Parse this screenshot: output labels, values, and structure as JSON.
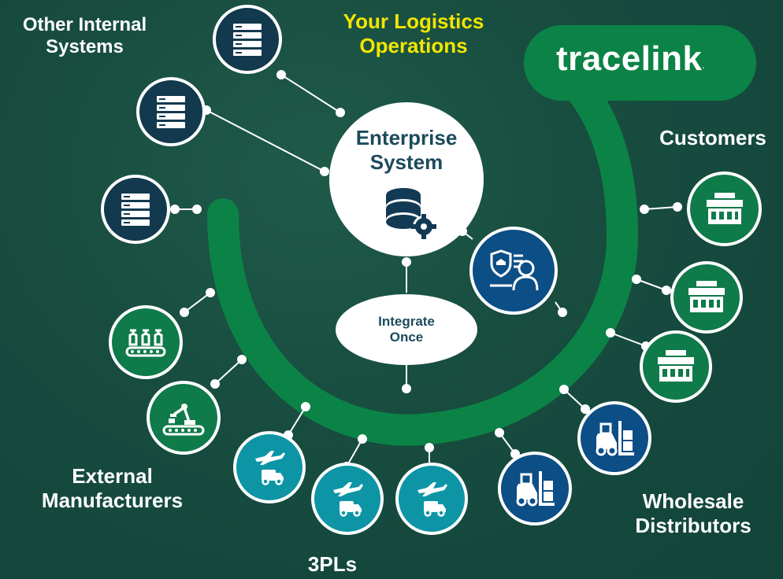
{
  "labels": {
    "logistics": "Your Logistics\nOperations",
    "internal": "Other Internal\nSystems",
    "customers": "Customers",
    "external": "External\nManufacturers",
    "threepls": "3PLs",
    "wholesale": "Wholesale\nDistributors",
    "enterprise": "Enterprise\nSystem",
    "integrate": "Integrate\nOnce"
  },
  "brand": {
    "name": "tracelink",
    "mark": "."
  },
  "colors": {
    "arc": "#0b8346",
    "teal": "#0d95a6",
    "blue": "#0c4e86",
    "navy": "#12394d",
    "green": "#0f7a4a",
    "title_yellow": "#f2e600"
  },
  "icons": {
    "internal": "server-rack-icon",
    "customers": "store-icon",
    "wholesale": "forklift-icon",
    "threepls": "plane-truck-icon",
    "manufacturers_line": "production-line-icon",
    "manufacturers_robot": "robot-arm-icon",
    "enterprise": "database-gear-icon",
    "agent": "user-shield-icon"
  }
}
